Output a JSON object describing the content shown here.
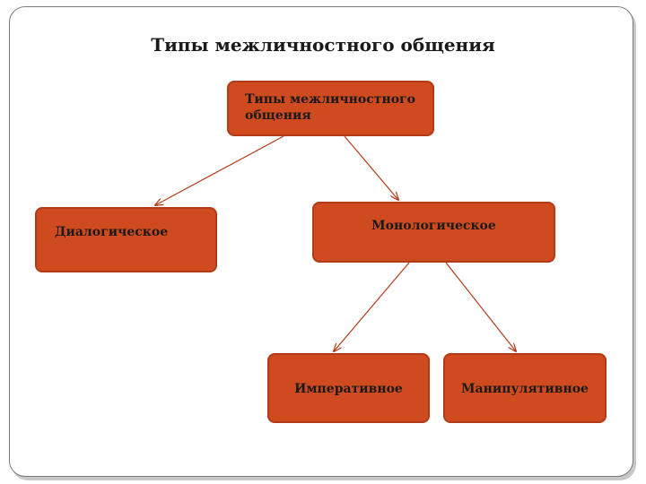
{
  "title": "Типы межличностного общения",
  "nodes": {
    "root": "Типы межличностного общения",
    "dialogic": "Диалогическое",
    "monologic": "Монологическое",
    "imperative": "Императивное",
    "manipulative": "Манипулятивное"
  },
  "colors": {
    "node_fill": "#d04a20",
    "node_border": "#b23a16",
    "arrow": "#b23a16"
  }
}
